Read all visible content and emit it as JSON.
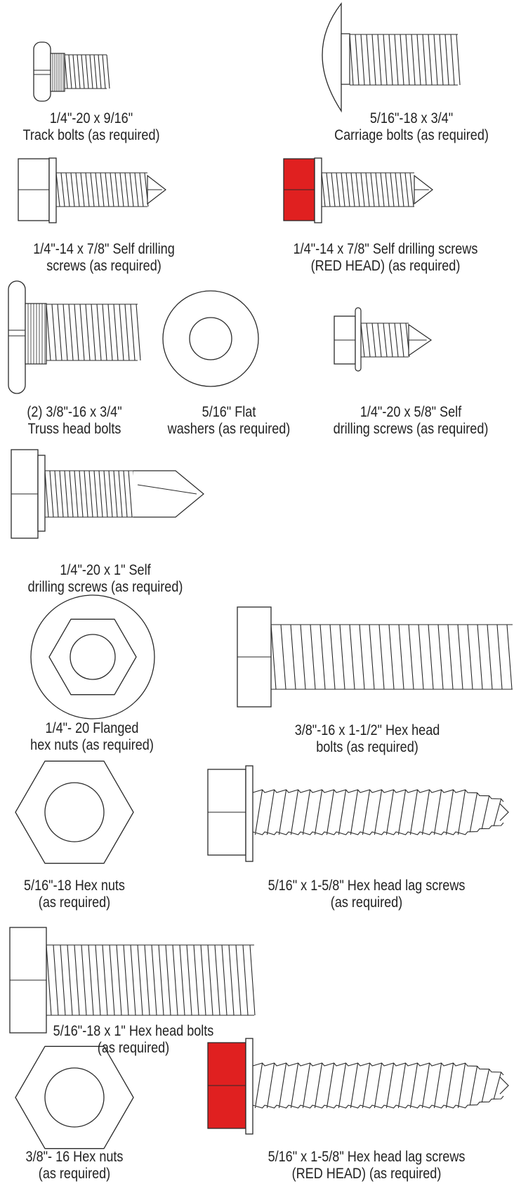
{
  "colors": {
    "line": "#2a2a2a",
    "red_head": "#e02020",
    "background": "#ffffff"
  },
  "items": [
    {
      "icon": "track-bolt-icon",
      "line1": "1/4\"-20 x 9/16\"",
      "line2": "Track bolts (as required)"
    },
    {
      "icon": "carriage-bolt-icon",
      "line1": "5/16\"-18 x 3/4\"",
      "line2": "Carriage bolts (as required)"
    },
    {
      "icon": "self-drilling-screw-icon",
      "line1": "1/4\"-14 x 7/8\" Self drilling",
      "line2": "screws (as required)"
    },
    {
      "icon": "red-head-self-drilling-screw-icon",
      "line1": "1/4\"-14 x 7/8\" Self drilling screws",
      "line2": "(RED HEAD) (as required)"
    },
    {
      "icon": "truss-head-bolt-icon",
      "line1": "(2) 3/8\"-16 x 3/4\"",
      "line2": "Truss head bolts"
    },
    {
      "icon": "flat-washer-icon",
      "line1": "5/16\" Flat",
      "line2": "washers (as required)"
    },
    {
      "icon": "self-drilling-screw-small-icon",
      "line1": "1/4\"-20 x 5/8\" Self",
      "line2": "drilling screws (as required)"
    },
    {
      "icon": "self-drilling-screw-long-icon",
      "line1": "1/4\"-20 x 1\" Self",
      "line2": "drilling screws (as required)"
    },
    {
      "icon": "flanged-hex-nut-icon",
      "line1": "1/4\"- 20 Flanged",
      "line2": "hex nuts (as required)"
    },
    {
      "icon": "hex-head-bolt-long-icon",
      "line1": "3/8\"-16 x 1-1/2\" Hex head",
      "line2": "bolts (as required)"
    },
    {
      "icon": "hex-nut-icon",
      "line1": "5/16\"-18 Hex nuts",
      "line2": "(as required)"
    },
    {
      "icon": "hex-head-lag-screw-icon",
      "line1": "5/16\" x 1-5/8\" Hex head lag screws",
      "line2": "(as required)"
    },
    {
      "icon": "hex-head-bolt-icon",
      "line1": "5/16\"-18 x 1\" Hex head bolts",
      "line2": "(as required)"
    },
    {
      "icon": "hex-nut-large-icon",
      "line1": "3/8\"- 16 Hex nuts",
      "line2": "(as required)"
    },
    {
      "icon": "red-head-lag-screw-icon",
      "line1": "5/16\" x 1-5/8\" Hex head lag screws",
      "line2": "(RED HEAD) (as required)"
    }
  ]
}
